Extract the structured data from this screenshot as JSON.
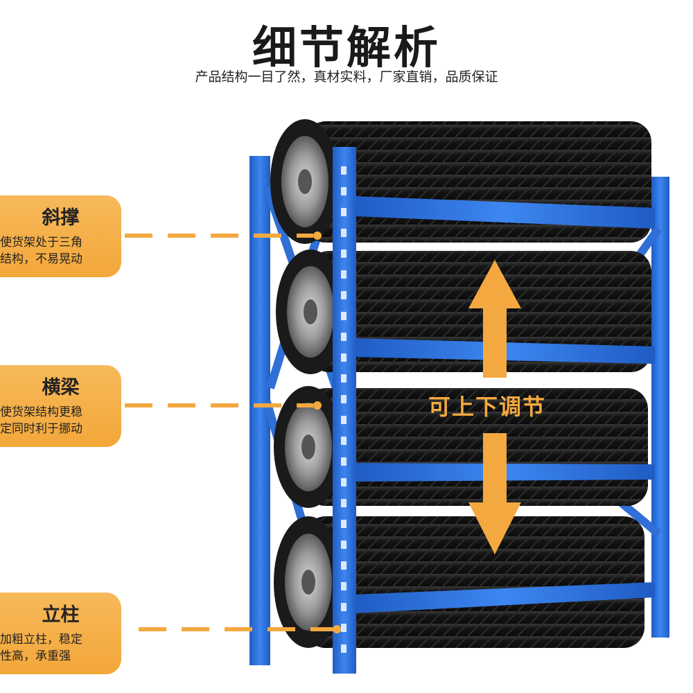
{
  "header": {
    "title": "细节解析",
    "subtitle": "产品结构一目了然，真材实料，厂家直销，品质保证"
  },
  "callouts": [
    {
      "title": "斜撑",
      "desc": "使货架处于三角\n结构，不易晃动"
    },
    {
      "title": "横梁",
      "desc": "使货架结构更稳\n定同时利于挪动"
    },
    {
      "title": "立柱",
      "desc": "加粗立柱，稳定\n性高，承重强"
    }
  ],
  "adjust_label": "可上下调节",
  "colors": {
    "accent": "#f3a93f",
    "rack_blue": "#2f6fd6",
    "tire": "#161616"
  }
}
